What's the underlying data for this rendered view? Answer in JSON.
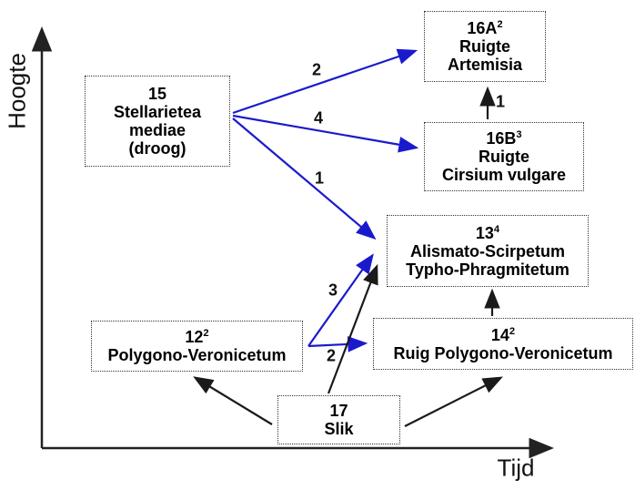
{
  "diagram": {
    "axes": {
      "y_label": "Hoogte",
      "x_label": "Tijd"
    },
    "colors": {
      "arrow_blue": "#1a1acd",
      "arrow_black": "#1a1a1a",
      "box_border": "#333333",
      "text": "#000000",
      "background": "#ffffff"
    },
    "nodes": {
      "n15": {
        "code": "15",
        "sup": "",
        "lines": [
          "Stellarietea",
          "mediae",
          "(droog)"
        ]
      },
      "n16a": {
        "code": "16A",
        "sup": "2",
        "lines": [
          "Ruigte",
          "Artemisia"
        ]
      },
      "n16b": {
        "code": "16B",
        "sup": "3",
        "lines": [
          "Ruigte",
          "Cirsium vulgare"
        ]
      },
      "n13": {
        "code": "13",
        "sup": "4",
        "lines": [
          "Alismato-Scirpetum",
          "Typho-Phragmitetum"
        ]
      },
      "n12": {
        "code": "12",
        "sup": "2",
        "lines": [
          "Polygono-Veronicetum"
        ]
      },
      "n14": {
        "code": "14",
        "sup": "2",
        "lines": [
          "Ruig Polygono-Veronicetum"
        ]
      },
      "n17": {
        "code": "17",
        "sup": "",
        "lines": [
          "Slik"
        ]
      }
    },
    "edges": [
      {
        "from": "15",
        "to": "16A",
        "label": "2",
        "color": "blue"
      },
      {
        "from": "15",
        "to": "16B",
        "label": "4",
        "color": "blue"
      },
      {
        "from": "15",
        "to": "13",
        "label": "1",
        "color": "blue"
      },
      {
        "from": "16B",
        "to": "16A",
        "label": "1",
        "color": "black"
      },
      {
        "from": "12",
        "to": "13",
        "label": "3",
        "color": "blue"
      },
      {
        "from": "12",
        "to": "14",
        "label": "2",
        "color": "blue"
      },
      {
        "from": "14",
        "to": "13",
        "label": "",
        "color": "black"
      },
      {
        "from": "17",
        "to": "12",
        "label": "",
        "color": "black"
      },
      {
        "from": "17",
        "to": "13",
        "label": "",
        "color": "black"
      },
      {
        "from": "17",
        "to": "14",
        "label": "",
        "color": "black"
      }
    ]
  }
}
